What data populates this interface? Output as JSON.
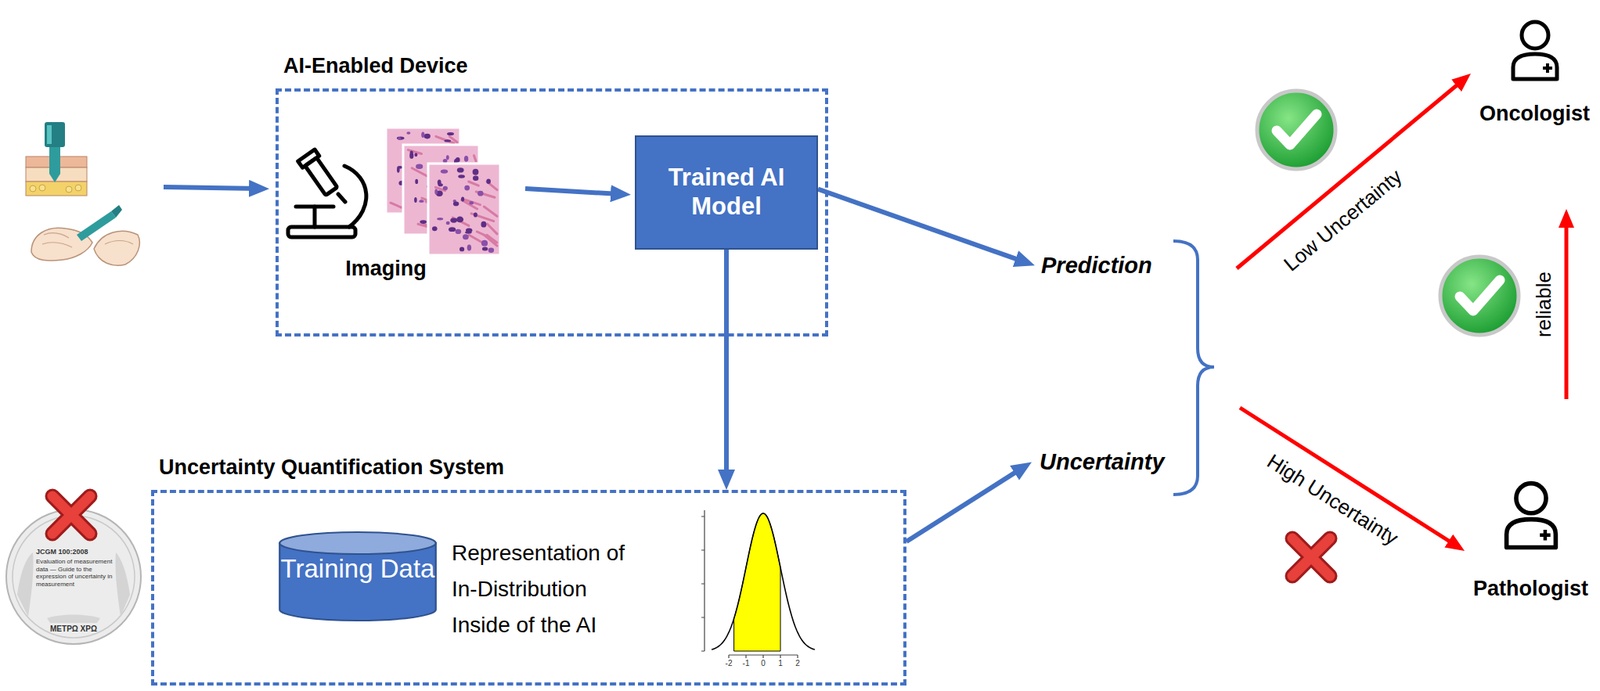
{
  "diagram": {
    "nodes": [
      {
        "text": [
          "AI-Enabled Device"
        ]
      },
      {
        "text": [
          "Trained AI Model"
        ],
        "in": 0
      },
      {
        "text": [
          "Uncertainty Quantification System"
        ]
      },
      {
        "text": [
          "Training Data"
        ],
        "in": 2
      },
      {
        "text": [
          "Prediction"
        ]
      },
      {
        "text": [
          "Uncertainty"
        ]
      },
      {
        "text": [
          "Oncologist"
        ]
      },
      {
        "text": [
          "Pathologist"
        ]
      }
    ],
    "edges": [
      {
        "from": 1,
        "to": 4,
        "arrow": "to"
      },
      {
        "from": 1,
        "to": 2,
        "arrow": "to"
      },
      {
        "from": 2,
        "to": 5,
        "arrow": "to"
      },
      {
        "from": 5,
        "to": 6,
        "label": "Low Uncertainty",
        "arrow": "to"
      },
      {
        "from": 5,
        "to": 7,
        "label": "High Uncertainty",
        "arrow": "to"
      },
      {
        "from": 7,
        "to": 6,
        "label": "reliable",
        "arrow": "to"
      }
    ],
    "labels": [
      "Imaging",
      "Representation of In-Distribution Inside of the AI",
      "-2",
      "-1",
      "0",
      "1",
      "2",
      "JCGM 100:2008",
      "Evaluation of measurement data — Guide to the expression of uncertainty in measurement",
      "ΜΕΤΡΩ ΧΡΩ"
    ]
  }
}
